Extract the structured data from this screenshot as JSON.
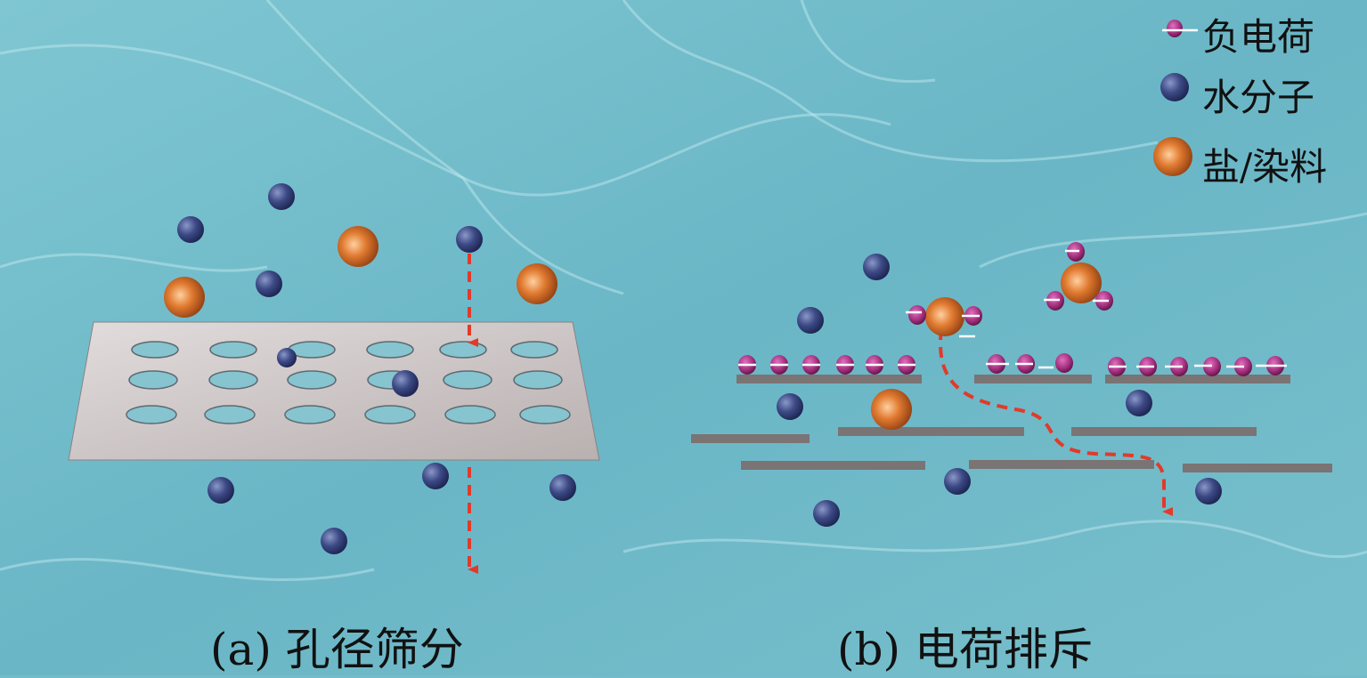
{
  "legend": {
    "negative_charge": "负电荷",
    "water_molecule": "水分子",
    "salt_dye": "盐/染料"
  },
  "captions": {
    "a": "(a) 孔径筛分",
    "b": "(b) 电荷排斥"
  },
  "colors": {
    "background": "#72bccb",
    "water": "#3d4a86",
    "salt": "#d8702a",
    "charge": "#a3307e",
    "arrow": "#e23a2a",
    "membrane": "#7a7474"
  }
}
